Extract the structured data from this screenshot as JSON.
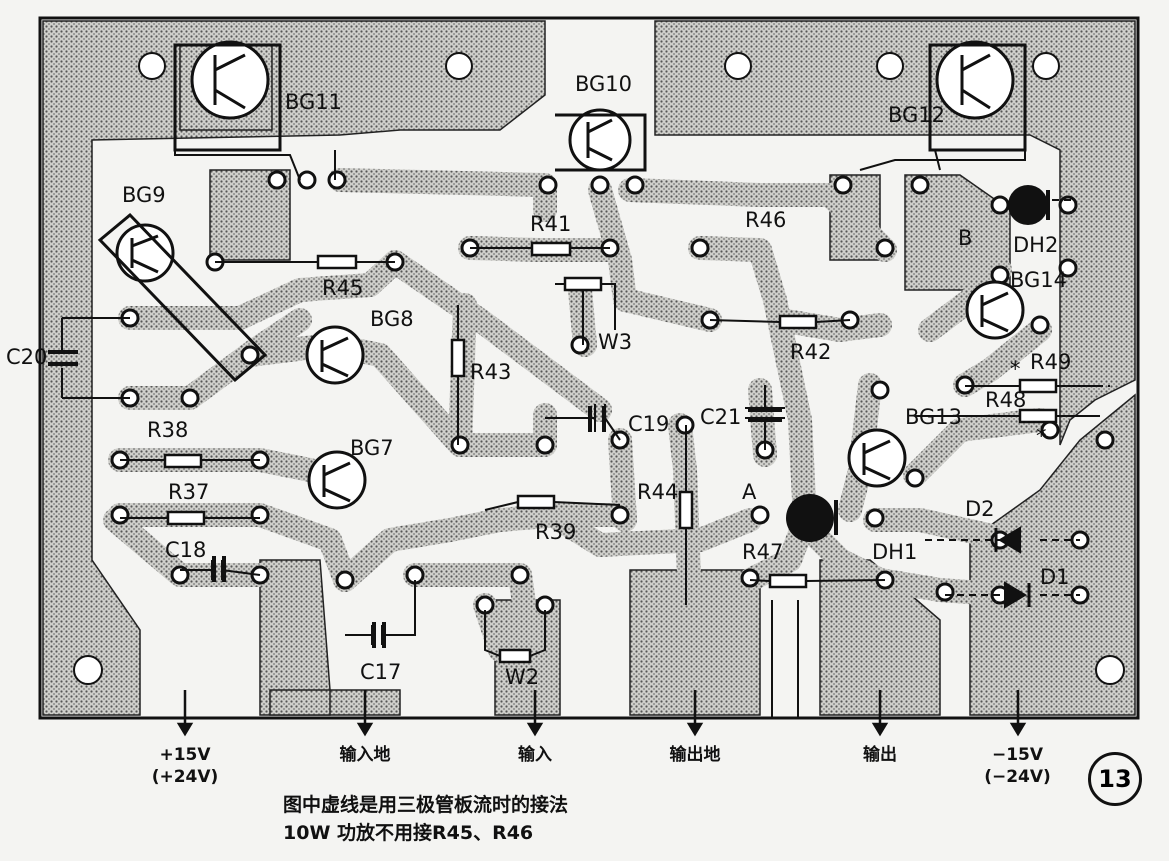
{
  "components": {
    "BG11": "BG11",
    "BG10": "BG10",
    "BG12": "BG12",
    "BG9": "BG9",
    "BG8": "BG8",
    "BG7": "BG7",
    "BG13": "BG13",
    "BG14": "BG14",
    "R41": "R41",
    "R46": "R46",
    "R45": "R45",
    "R43": "R43",
    "R42": "R42",
    "R38": "R38",
    "R37": "R37",
    "R39": "R39",
    "R44": "R44",
    "R47": "R47",
    "R49": "R49",
    "R48": "R48",
    "C20": "C20",
    "C19": "C19",
    "C21": "C21",
    "C18": "C18",
    "C17": "C17",
    "W3": "W3",
    "W2": "W2",
    "DH2": "DH2",
    "DH1": "DH1",
    "D2": "D2",
    "D1": "D1",
    "point_A": "A",
    "point_B": "B",
    "star1": "*",
    "star2": "*"
  },
  "terminals": {
    "plus15": "+15V",
    "plus15_alt": "(+24V)",
    "input_ground": "输入地",
    "input": "输入",
    "output_ground": "输出地",
    "output": "输出",
    "minus15": "−15V",
    "minus15_alt": "(−24V)"
  },
  "notes": {
    "line1": "图中虚线是用三极管板流时的接法",
    "line2": "10W 功放不用接R45、R46"
  },
  "figure_number": "13"
}
